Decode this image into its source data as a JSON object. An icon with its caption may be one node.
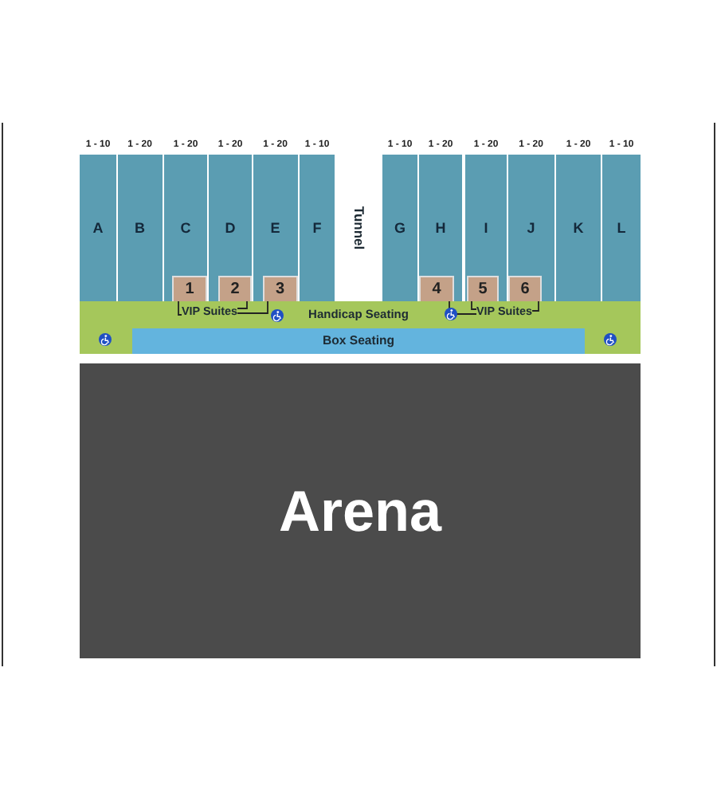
{
  "diagram": {
    "nodes": [
      {
        "text": [
          "1 - 10",
          "A"
        ]
      },
      {
        "text": [
          "1 - 20",
          "B"
        ]
      },
      {
        "text": [
          "1 - 20",
          "C"
        ]
      },
      {
        "text": [
          "1 - 20",
          "D"
        ]
      },
      {
        "text": [
          "1 - 20",
          "E"
        ]
      },
      {
        "text": [
          "1 - 10",
          "F"
        ]
      },
      {
        "text": [
          "1 - 10",
          "G"
        ]
      },
      {
        "text": [
          "1 - 20",
          "H"
        ]
      },
      {
        "text": [
          "1 - 20",
          "I"
        ]
      },
      {
        "text": [
          "1 - 20",
          "J"
        ]
      },
      {
        "text": [
          "1 - 20",
          "K"
        ]
      },
      {
        "text": [
          "1 - 10",
          "L"
        ]
      },
      {
        "text": [
          "1"
        ],
        "in": 2
      },
      {
        "text": [
          "2"
        ],
        "in": 3
      },
      {
        "text": [
          "3"
        ],
        "in": 4
      },
      {
        "text": [
          "4"
        ],
        "in": 7
      },
      {
        "text": [
          "5"
        ],
        "in": 8
      },
      {
        "text": [
          "6"
        ],
        "in": 9
      },
      {
        "text": [
          "Handicap Seating"
        ]
      },
      {
        "text": [
          "VIP Suites"
        ],
        "in": 18
      },
      {
        "text": [
          "VIP Suites"
        ],
        "in": 18
      },
      {
        "text": [
          "Box Seating"
        ],
        "in": 18
      },
      {
        "text": [
          "Arena"
        ]
      }
    ],
    "edges": [
      {
        "from": 19,
        "to": 12,
        "arrow": "none"
      },
      {
        "from": 19,
        "to": 13,
        "arrow": "none"
      },
      {
        "from": 19,
        "to": 14,
        "arrow": "none"
      },
      {
        "from": 20,
        "to": 15,
        "arrow": "none"
      },
      {
        "from": 20,
        "to": 16,
        "arrow": "none"
      },
      {
        "from": 20,
        "to": 17,
        "arrow": "none"
      }
    ],
    "labels": [
      "Tunnel"
    ]
  }
}
